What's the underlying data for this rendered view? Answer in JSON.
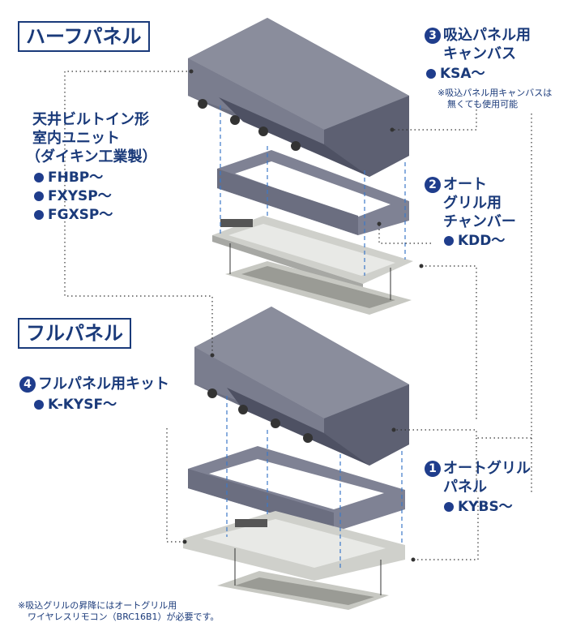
{
  "sections": {
    "half_panel": "ハーフパネル",
    "full_panel": "フルパネル"
  },
  "indoor_unit": {
    "line1": "天井ビルトイン形",
    "line2": "室内ユニット",
    "line3": "（ダイキン工業製）",
    "models": [
      "FHBP～",
      "FXYSP～",
      "FGXSP～"
    ]
  },
  "canvas": {
    "number": "3",
    "line1": "吸込パネル用",
    "line2": "キャンバス",
    "model": "KSA～",
    "note1": "※吸込パネル用キャンバスは",
    "note2": "無くても使用可能"
  },
  "chamber": {
    "number": "2",
    "line1": "オート",
    "line2": "グリル用",
    "line3": "チャンバー",
    "model": "KDD～"
  },
  "full_kit": {
    "number": "4",
    "line1": "フルパネル用キット",
    "model": "K-KYSF～"
  },
  "auto_grill": {
    "number": "1",
    "line1": "オートグリル",
    "line2": "パネル",
    "model": "KYBS～"
  },
  "footnote": {
    "line1": "※吸込グリルの昇降にはオートグリル用",
    "line2": "ワイヤレスリモコン（BRC16B1）が必要です。"
  },
  "colors": {
    "navy": "#1a3a7a",
    "unit_top": "#8a8d9c",
    "unit_side": "#6c6f80",
    "unit_dark": "#55586a",
    "panel": "#d9dad6"
  }
}
